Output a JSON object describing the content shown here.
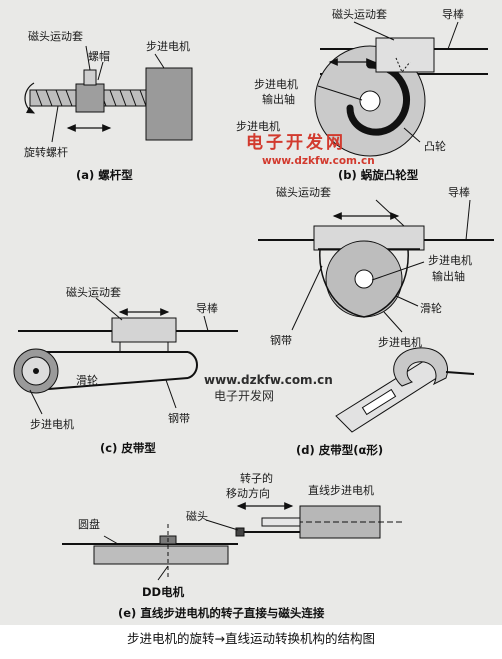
{
  "diagram": {
    "a": {
      "caption": "(a) 螺杆型",
      "labels": {
        "slider": "磁头运动套",
        "nut": "螺帽",
        "motor": "步进电机",
        "screw": "旋转螺杆"
      }
    },
    "b": {
      "caption": "(b) 蜗旋凸轮型",
      "labels": {
        "slider": "磁头运动套",
        "rod": "导棒",
        "motor_line1": "步进电机",
        "motor_line2": "输出轴",
        "motor_short": "步进电机",
        "cam": "凸轮"
      }
    },
    "d": {
      "caption": "(d) 皮带型(α形)",
      "labels": {
        "slider": "磁头运动套",
        "rod": "导棒",
        "motor_line1": "步进电机",
        "motor_line2": "输出轴",
        "pulley": "滑轮",
        "motor": "步进电机",
        "steelband": "钢带"
      }
    },
    "c": {
      "caption": "(c) 皮带型",
      "labels": {
        "slider": "磁头运动套",
        "rod": "导棒",
        "pulley": "滑轮",
        "motor": "步进电机",
        "steelband": "钢带"
      }
    },
    "e": {
      "caption": "(e) 直线步进电机的转子直接与磁头连接",
      "labels": {
        "rotor_line1": "转子的",
        "rotor_line2": "移动方向",
        "linear_motor": "直线步进电机",
        "disk": "圆盘",
        "head": "磁头",
        "dd_motor": "DD电机"
      }
    },
    "watermarks": {
      "wm1_title": "电子开发网",
      "wm1_url": "www.dzkfw.com.cn",
      "wm2_url": "www.dzkfw.com.cn",
      "wm2_title": "电子开发网"
    },
    "figure_caption": "步进电机的旋转→直线运动转换机构的结构图"
  }
}
